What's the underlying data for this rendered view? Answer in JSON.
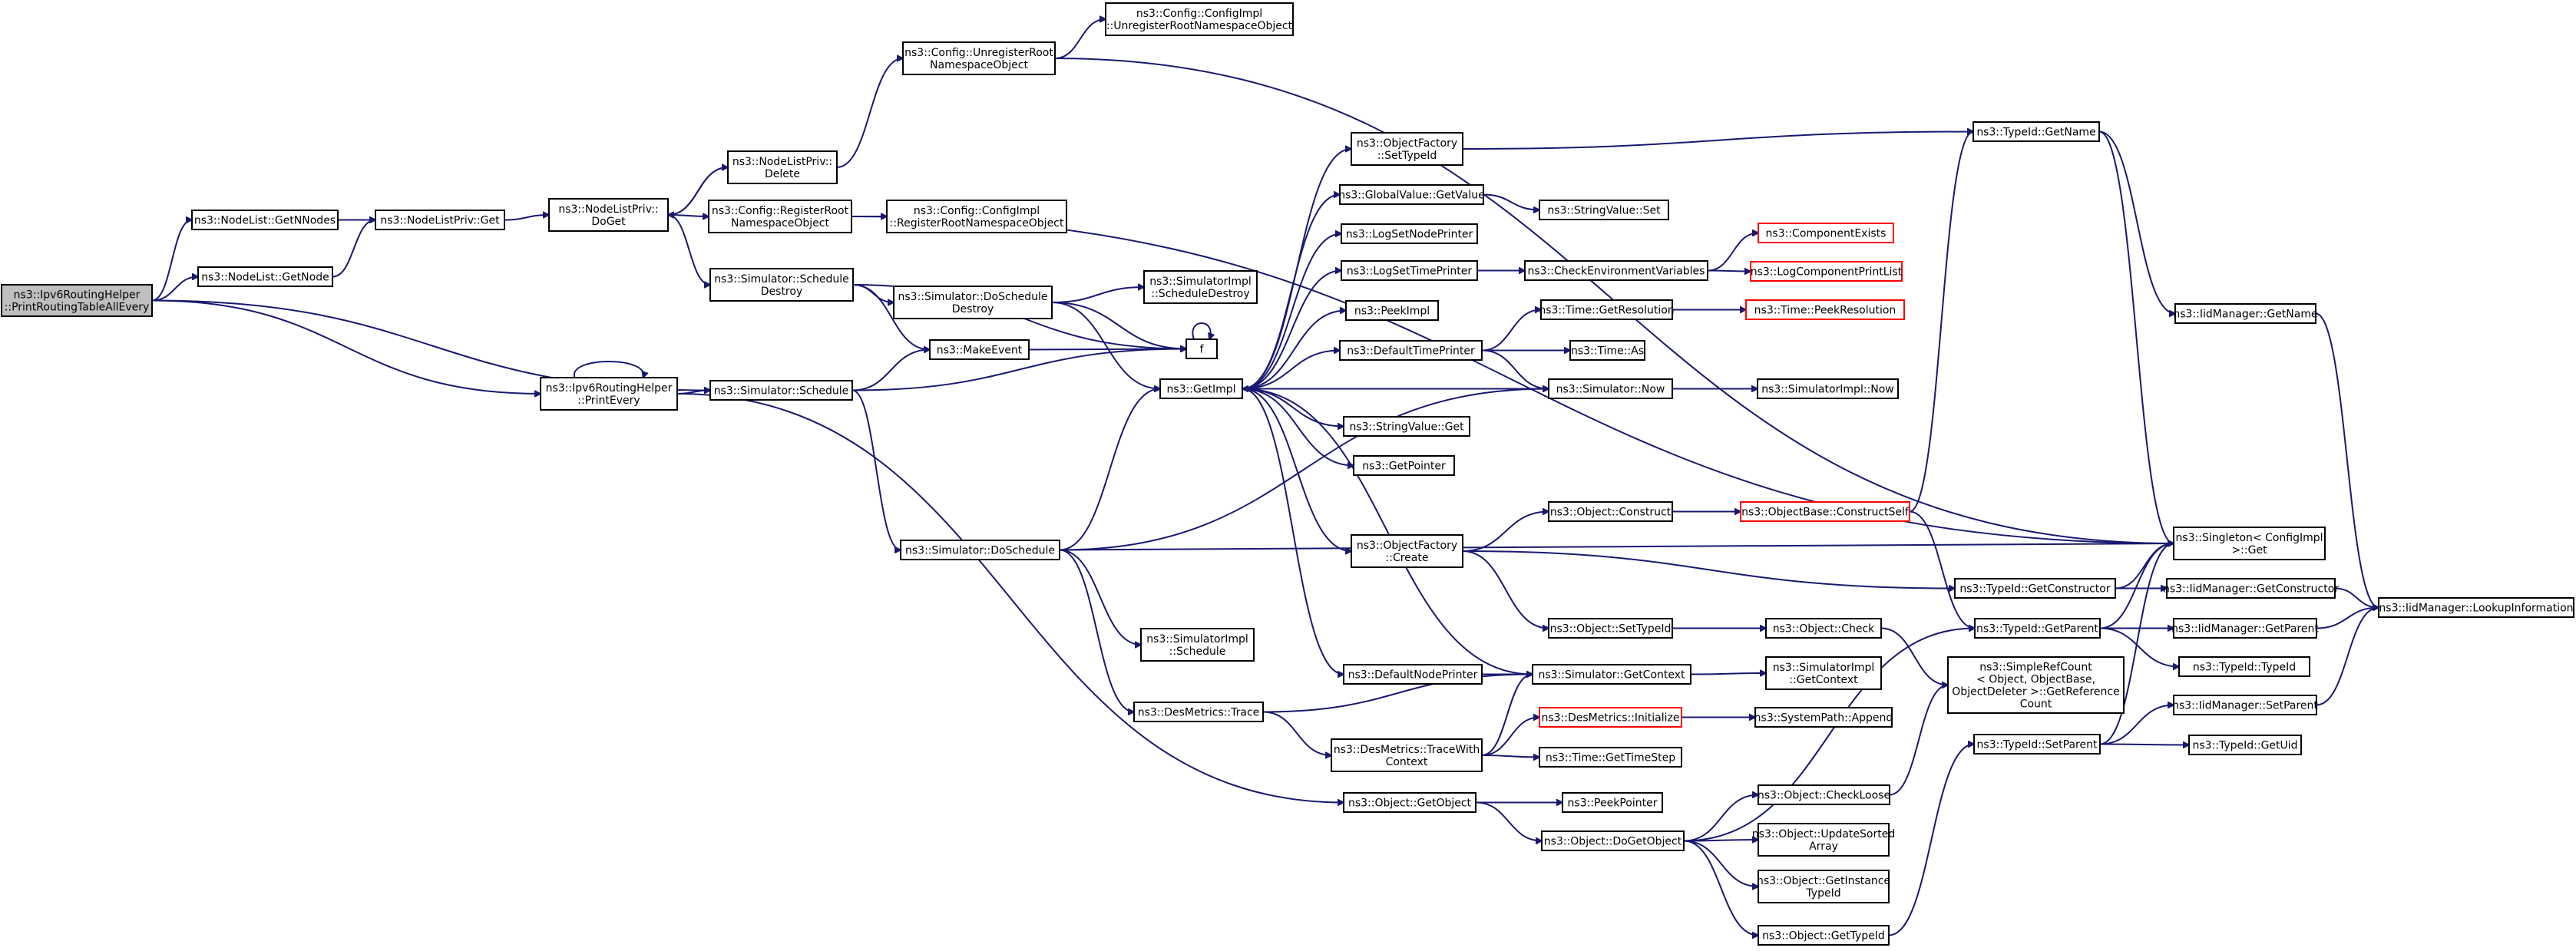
{
  "diagram": {
    "title": "",
    "nodes": [
      {
        "id": "root",
        "lines": [
          "ns3::Ipv6RoutingHelper",
          "::PrintRoutingTableAllEvery"
        ],
        "style": "root"
      },
      {
        "id": "nl_getn",
        "lines": [
          "ns3::NodeList::GetNNodes"
        ]
      },
      {
        "id": "nl_getnode",
        "lines": [
          "ns3::NodeList::GetNode"
        ]
      },
      {
        "id": "nlp_get",
        "lines": [
          "ns3::NodeListPriv::Get"
        ]
      },
      {
        "id": "nlp_doget",
        "lines": [
          "ns3::NodeListPriv::",
          "DoGet"
        ]
      },
      {
        "id": "nlp_delete",
        "lines": [
          "ns3::NodeListPriv::",
          "Delete"
        ]
      },
      {
        "id": "cfg_unreg",
        "lines": [
          "ns3::Config::UnregisterRoot",
          "NamespaceObject"
        ]
      },
      {
        "id": "cfgimpl_unreg",
        "lines": [
          "ns3::Config::ConfigImpl",
          "::UnregisterRootNamespaceObject"
        ]
      },
      {
        "id": "cfg_reg",
        "lines": [
          "ns3::Config::RegisterRoot",
          "NamespaceObject"
        ]
      },
      {
        "id": "cfgimpl_reg",
        "lines": [
          "ns3::Config::ConfigImpl",
          "::RegisterRootNamespaceObject"
        ]
      },
      {
        "id": "sim_sched_destroy",
        "lines": [
          "ns3::Simulator::Schedule",
          "Destroy"
        ]
      },
      {
        "id": "sim_dosched_destroy",
        "lines": [
          "ns3::Simulator::DoSchedule",
          "Destroy"
        ]
      },
      {
        "id": "simimpl_sched_destroy",
        "lines": [
          "ns3::SimulatorImpl",
          "::ScheduleDestroy"
        ]
      },
      {
        "id": "makeevent",
        "lines": [
          "ns3::MakeEvent"
        ]
      },
      {
        "id": "f",
        "lines": [
          "f"
        ]
      },
      {
        "id": "printevery",
        "lines": [
          "ns3::Ipv6RoutingHelper",
          "::PrintEvery"
        ]
      },
      {
        "id": "sim_schedule",
        "lines": [
          "ns3::Simulator::Schedule"
        ]
      },
      {
        "id": "getimpl",
        "lines": [
          "ns3::GetImpl"
        ]
      },
      {
        "id": "of_settypeid",
        "lines": [
          "ns3::ObjectFactory",
          "::SetTypeId"
        ]
      },
      {
        "id": "gv_getvalue",
        "lines": [
          "ns3::GlobalValue::GetValue"
        ]
      },
      {
        "id": "sv_set",
        "lines": [
          "ns3::StringValue::Set"
        ]
      },
      {
        "id": "lognodeprinter",
        "lines": [
          "ns3::LogSetNodePrinter"
        ]
      },
      {
        "id": "logtimeprinter",
        "lines": [
          "ns3::LogSetTimePrinter"
        ]
      },
      {
        "id": "checkenv",
        "lines": [
          "ns3::CheckEnvironmentVariables"
        ]
      },
      {
        "id": "compexists",
        "lines": [
          "ns3::ComponentExists"
        ],
        "style": "red"
      },
      {
        "id": "logcompprint",
        "lines": [
          "ns3::LogComponentPrintList"
        ],
        "style": "red"
      },
      {
        "id": "peekimpl",
        "lines": [
          "ns3::PeekImpl"
        ]
      },
      {
        "id": "time_getres",
        "lines": [
          "ns3::Time::GetResolution"
        ]
      },
      {
        "id": "time_peekres",
        "lines": [
          "ns3::Time::PeekResolution"
        ],
        "style": "red"
      },
      {
        "id": "deftimeprinter",
        "lines": [
          "ns3::DefaultTimePrinter"
        ]
      },
      {
        "id": "time_as",
        "lines": [
          "ns3::Time::As"
        ]
      },
      {
        "id": "sim_now",
        "lines": [
          "ns3::Simulator::Now"
        ]
      },
      {
        "id": "simimpl_now",
        "lines": [
          "ns3::SimulatorImpl::Now"
        ]
      },
      {
        "id": "sv_get",
        "lines": [
          "ns3::StringValue::Get"
        ]
      },
      {
        "id": "getpointer",
        "lines": [
          "ns3::GetPointer"
        ]
      },
      {
        "id": "typeid_getname",
        "lines": [
          "ns3::TypeId::GetName"
        ]
      },
      {
        "id": "iidm_getname",
        "lines": [
          "ns3::IidManager::GetName"
        ]
      },
      {
        "id": "singleton_get",
        "lines": [
          "ns3::Singleton< ConfigImpl",
          ">::Get"
        ]
      },
      {
        "id": "sim_dosched",
        "lines": [
          "ns3::Simulator::DoSchedule"
        ]
      },
      {
        "id": "of_create",
        "lines": [
          "ns3::ObjectFactory",
          "::Create"
        ]
      },
      {
        "id": "obj_construct",
        "lines": [
          "ns3::Object::Construct"
        ]
      },
      {
        "id": "objbase_constructself",
        "lines": [
          "ns3::ObjectBase::ConstructSelf"
        ],
        "style": "red"
      },
      {
        "id": "typeid_getctor",
        "lines": [
          "ns3::TypeId::GetConstructor"
        ]
      },
      {
        "id": "iidm_getctor",
        "lines": [
          "ns3::IidManager::GetConstructor"
        ]
      },
      {
        "id": "iidm_lookup",
        "lines": [
          "ns3::IidManager::LookupInformation"
        ]
      },
      {
        "id": "obj_settypeid",
        "lines": [
          "ns3::Object::SetTypeId"
        ]
      },
      {
        "id": "obj_check",
        "lines": [
          "ns3::Object::Check"
        ]
      },
      {
        "id": "typeid_getparent",
        "lines": [
          "ns3::TypeId::GetParent"
        ]
      },
      {
        "id": "iidm_getparent",
        "lines": [
          "ns3::IidManager::GetParent"
        ]
      },
      {
        "id": "simimpl_schedule",
        "lines": [
          "ns3::SimulatorImpl",
          "::Schedule"
        ]
      },
      {
        "id": "defnodeprinter",
        "lines": [
          "ns3::DefaultNodePrinter"
        ]
      },
      {
        "id": "sim_getcontext",
        "lines": [
          "ns3::Simulator::GetContext"
        ]
      },
      {
        "id": "simimpl_getcontext",
        "lines": [
          "ns3::SimulatorImpl",
          "::GetContext"
        ]
      },
      {
        "id": "simplerefcount",
        "lines": [
          "ns3::SimpleRefCount",
          "< Object, ObjectBase,",
          "ObjectDeleter >::GetReference",
          "Count"
        ]
      },
      {
        "id": "typeid_typeid",
        "lines": [
          "ns3::TypeId::TypeId"
        ]
      },
      {
        "id": "desmetrics_trace",
        "lines": [
          "ns3::DesMetrics::Trace"
        ]
      },
      {
        "id": "desmetrics_init",
        "lines": [
          "ns3::DesMetrics::Initialize"
        ],
        "style": "red"
      },
      {
        "id": "syspath_append",
        "lines": [
          "ns3::SystemPath::Append"
        ]
      },
      {
        "id": "iidm_setparent",
        "lines": [
          "ns3::IidManager::SetParent"
        ]
      },
      {
        "id": "desmetrics_tracewith",
        "lines": [
          "ns3::DesMetrics::TraceWith",
          "Context"
        ]
      },
      {
        "id": "time_gettimestep",
        "lines": [
          "ns3::Time::GetTimeStep"
        ]
      },
      {
        "id": "typeid_setparent",
        "lines": [
          "ns3::TypeId::SetParent"
        ]
      },
      {
        "id": "typeid_getuid",
        "lines": [
          "ns3::TypeId::GetUid"
        ]
      },
      {
        "id": "obj_getobject",
        "lines": [
          "ns3::Object::GetObject"
        ]
      },
      {
        "id": "peekpointer",
        "lines": [
          "ns3::PeekPointer"
        ]
      },
      {
        "id": "obj_checkloose",
        "lines": [
          "ns3::Object::CheckLoose"
        ]
      },
      {
        "id": "obj_dogetobject",
        "lines": [
          "ns3::Object::DoGetObject"
        ]
      },
      {
        "id": "obj_updatesorted",
        "lines": [
          "ns3::Object::UpdateSorted",
          "Array"
        ]
      },
      {
        "id": "obj_getinstancetypeid",
        "lines": [
          "ns3::Object::GetInstance",
          "TypeId"
        ]
      },
      {
        "id": "obj_gettypeid",
        "lines": [
          "ns3::Object::GetTypeId"
        ]
      }
    ]
  }
}
